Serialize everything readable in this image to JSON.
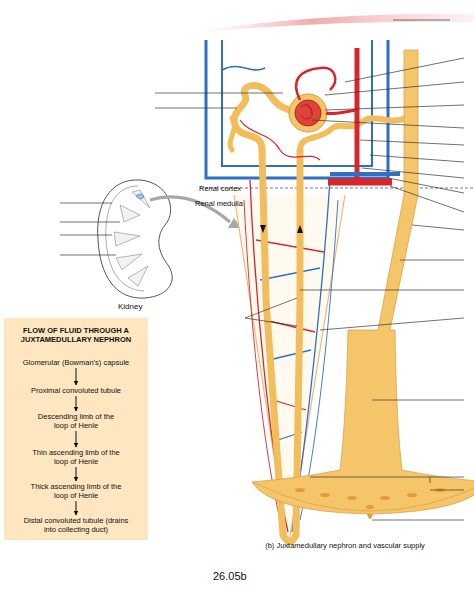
{
  "diagram": {
    "caption": "(b) Juxtamedullary nephron and vascular supply",
    "nodes": [
      {
        "text": [
          "FLOW OF FLUID THROUGH A JUXTAMEDULLARY NEPHRON"
        ]
      },
      {
        "text": [
          "Glomerular (Bowman's) capsule"
        ],
        "in": 0
      },
      {
        "text": [
          "Proximal convoluted tubule"
        ],
        "in": 0
      },
      {
        "text": [
          "Descending limb of the loop of Henle"
        ],
        "in": 0
      },
      {
        "text": [
          "Thin ascending limb of the loop of Henle"
        ],
        "in": 0
      },
      {
        "text": [
          "Thick ascending limb of the loop of Henle"
        ],
        "in": 0
      },
      {
        "text": [
          "Distal convoluted tubule (drains into collecting duct)"
        ],
        "in": 0
      }
    ],
    "edges": [
      {
        "from": 1,
        "to": 2,
        "arrow": "to"
      },
      {
        "from": 2,
        "to": 3,
        "arrow": "to"
      },
      {
        "from": 3,
        "to": 4,
        "arrow": "to"
      },
      {
        "from": 4,
        "to": 5,
        "arrow": "to"
      },
      {
        "from": 5,
        "to": 6,
        "arrow": "to"
      }
    ],
    "labels": [
      "Renal cortex",
      "Renal medulla",
      "Kidney",
      "26.05b"
    ]
  }
}
